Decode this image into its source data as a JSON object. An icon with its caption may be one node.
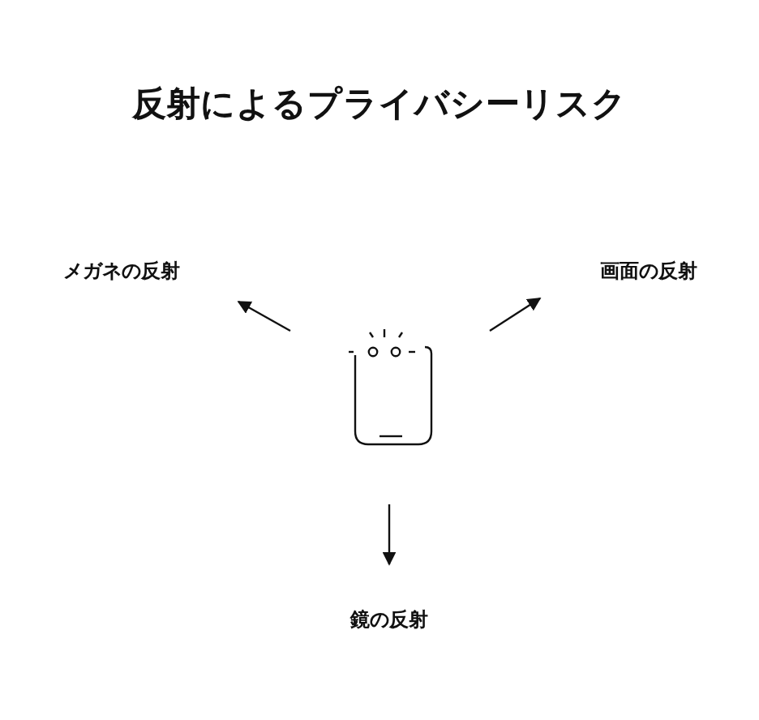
{
  "diagram": {
    "title": "反射によるプライバシーリスク",
    "nodes": [
      {
        "text": [],
        "shape": "phone"
      },
      {
        "text": [
          "メガネの反射"
        ]
      },
      {
        "text": [
          "画面の反射"
        ]
      },
      {
        "text": [
          "鏡の反射"
        ]
      }
    ],
    "edges": [
      {
        "from": 0,
        "to": 1,
        "arrow": "to"
      },
      {
        "from": 0,
        "to": 2,
        "arrow": "to"
      },
      {
        "from": 0,
        "to": 3,
        "arrow": "to"
      }
    ]
  }
}
